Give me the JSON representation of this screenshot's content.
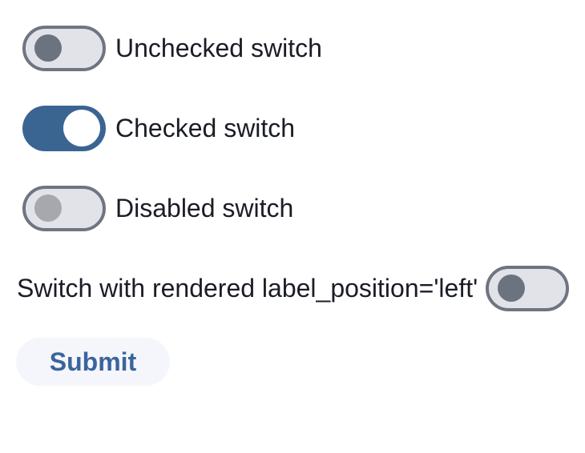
{
  "switches": [
    {
      "label": "Unchecked switch",
      "state": "unchecked",
      "label_position": "right"
    },
    {
      "label": "Checked switch",
      "state": "checked",
      "label_position": "right"
    },
    {
      "label": "Disabled switch",
      "state": "disabled",
      "label_position": "right"
    },
    {
      "label": "Switch with rendered label_position='left'",
      "state": "unchecked",
      "label_position": "left"
    }
  ],
  "submit": {
    "label": "Submit"
  },
  "colors": {
    "page_background": "#ffffff",
    "label_text": "#1a1d25",
    "track_unchecked_fill": "#e1e3e8",
    "track_border": "#6f7580",
    "knob_unchecked": "#6b7280",
    "knob_disabled": "#a5a8ae",
    "track_checked_fill": "#3a6492",
    "knob_checked": "#ffffff",
    "submit_background": "#f5f6fb",
    "submit_text": "#3a659c"
  }
}
